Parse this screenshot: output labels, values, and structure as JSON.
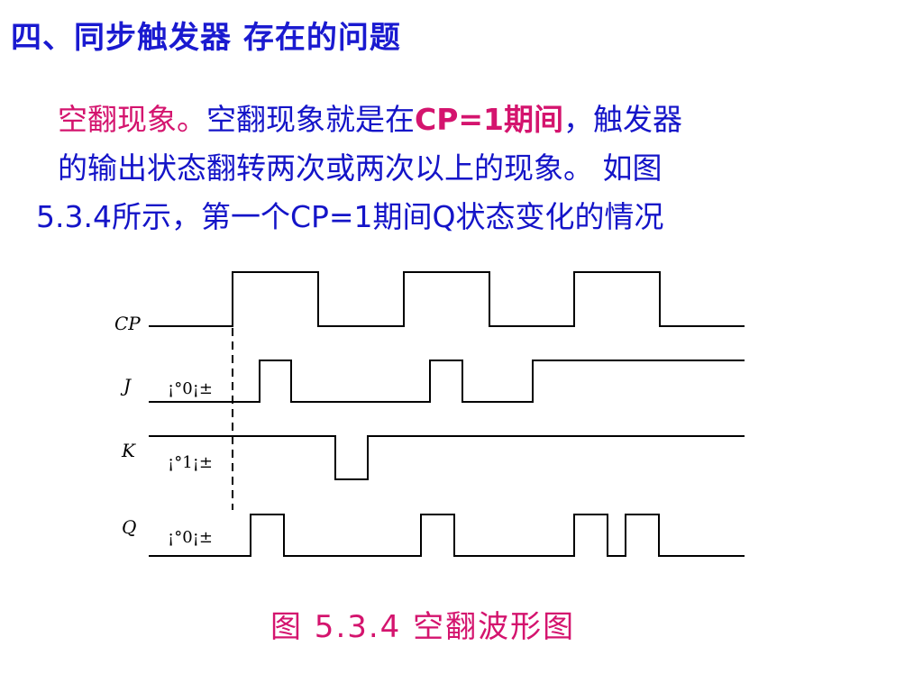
{
  "heading": "四、同步触发器 存在的问题",
  "paragraph": {
    "term": "空翻现象",
    "term_punct": "。",
    "def_text": "空翻现象就是在",
    "def_highlight": "CP=1期间",
    "def_rest": "，触发器",
    "line2": "的输出状态翻转两次或两次以上的现象。 如图",
    "line3": "5.3.4所示，第一个CP=1期间Q状态变化的情况"
  },
  "diagram": {
    "signals": [
      {
        "name": "CP",
        "initial": ""
      },
      {
        "name": "J",
        "initial": "¡°0¡±"
      },
      {
        "name": "K",
        "initial": "¡°1¡±"
      },
      {
        "name": "Q",
        "initial": "¡°0¡±"
      }
    ]
  },
  "caption": "图 5.3.4  空翻波形图"
}
